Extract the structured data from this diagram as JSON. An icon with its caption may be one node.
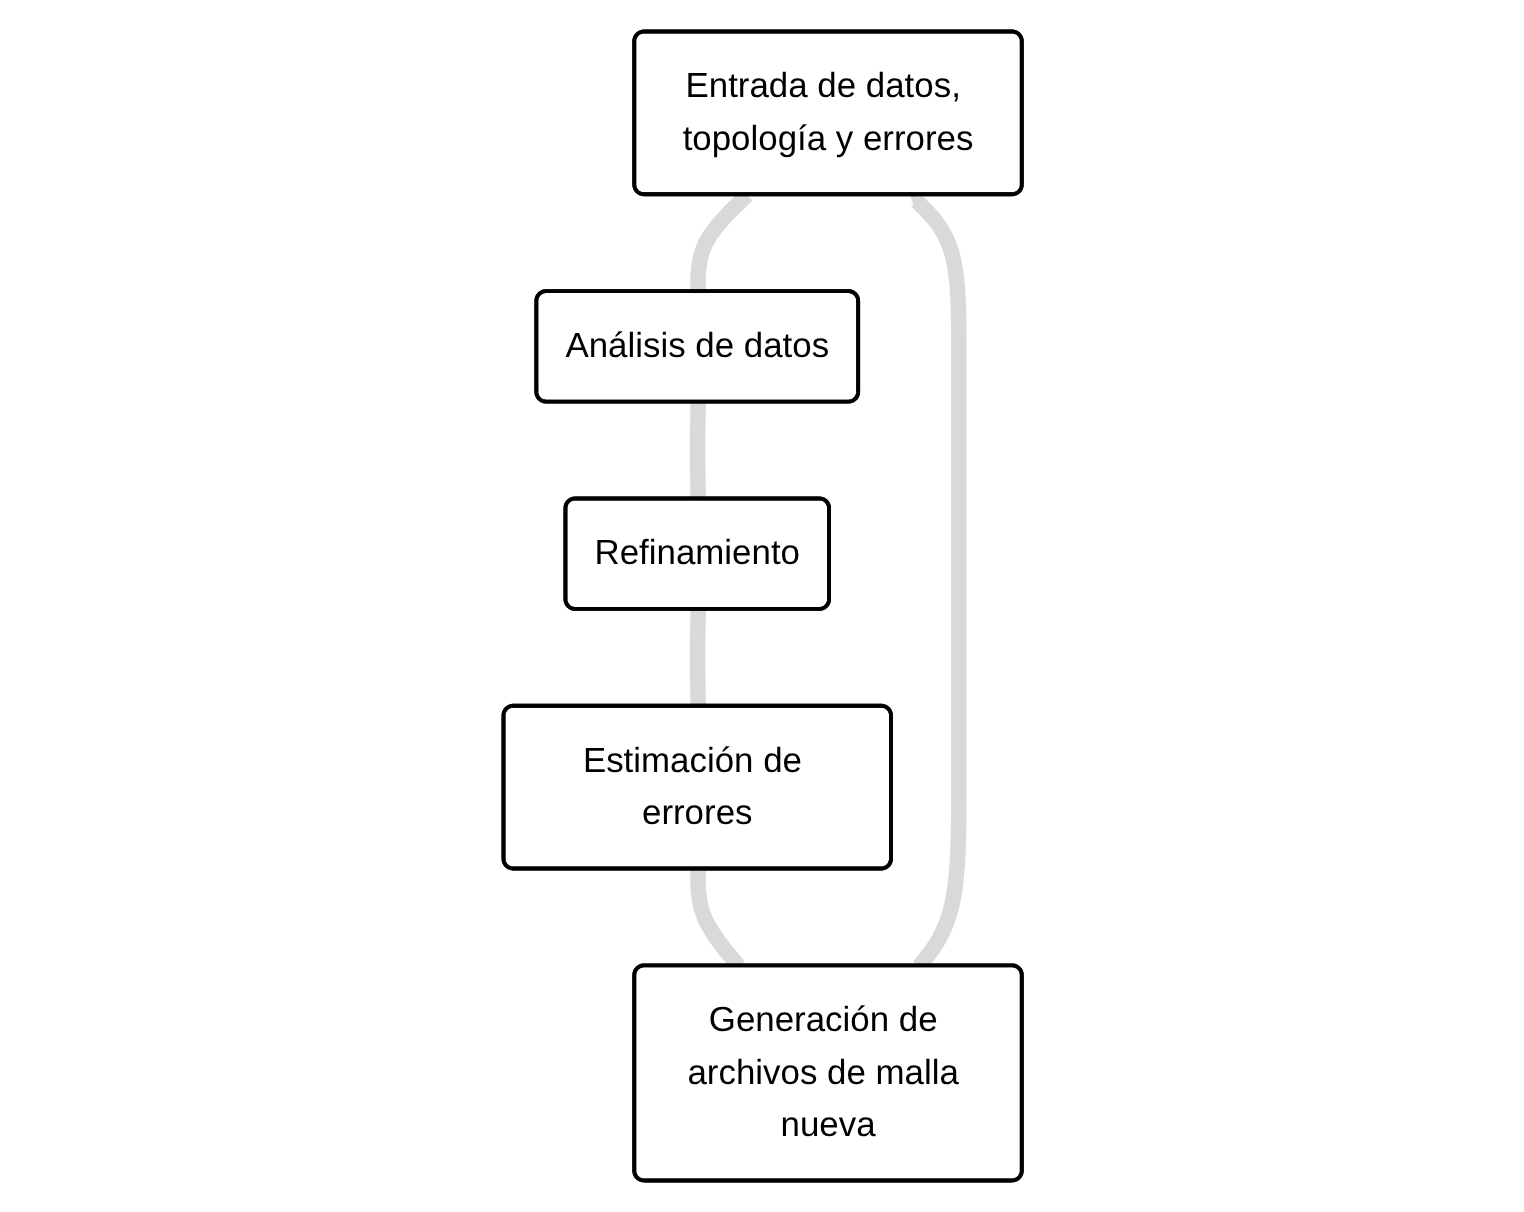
{
  "diagram": {
    "nodes": [
      {
        "text": [
          "Entrada de datos, topología y errores"
        ]
      },
      {
        "text": [
          "Generación de archivos de malla nueva"
        ]
      },
      {
        "text": [
          "Análisis de datos"
        ]
      },
      {
        "text": [
          "Estimación de errores"
        ]
      },
      {
        "text": [
          "Refinamiento"
        ]
      }
    ],
    "edges": [
      {
        "from": 0,
        "to": 2,
        "arrow": "none"
      },
      {
        "from": 2,
        "to": 4,
        "arrow": "none"
      },
      {
        "from": 4,
        "to": 3,
        "arrow": "none"
      },
      {
        "from": 3,
        "to": 1,
        "arrow": "none"
      },
      {
        "from": 1,
        "to": 0,
        "arrow": "to"
      }
    ]
  }
}
